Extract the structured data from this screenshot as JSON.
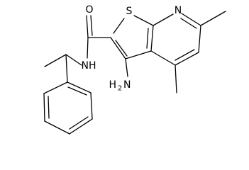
{
  "molecule": {
    "atoms": {
      "oxygen": "O",
      "sulfur": "S",
      "nitrogen_ring": "N",
      "amide_nh": "NH",
      "amino_main": "H",
      "amino_sub": "2",
      "amino_tail": "N"
    },
    "colors": {
      "bond": "#000000",
      "label": "#000000",
      "background": "#ffffff"
    }
  }
}
